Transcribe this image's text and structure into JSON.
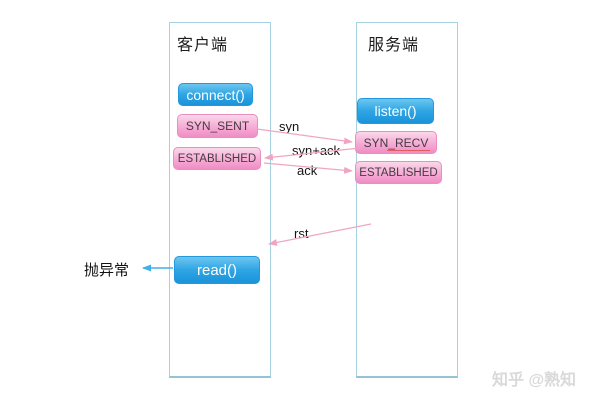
{
  "diagram": {
    "client": {
      "title": "客户端",
      "nodes": [
        {
          "id": "connect",
          "label": "connect()",
          "type": "blue"
        },
        {
          "id": "syn-sent",
          "label": "SYN_SENT",
          "type": "pink"
        },
        {
          "id": "established",
          "label": "ESTABLISHED",
          "type": "pink"
        },
        {
          "id": "read",
          "label": "read()",
          "type": "blue"
        }
      ],
      "exception_label": "抛异常"
    },
    "server": {
      "title": "服务端",
      "nodes": [
        {
          "id": "listen",
          "label": "listen()",
          "type": "blue"
        },
        {
          "id": "syn-recv",
          "label": "SYN_RECV",
          "type": "pink"
        },
        {
          "id": "established",
          "label": "ESTABLISHED",
          "type": "pink"
        }
      ]
    },
    "messages": [
      {
        "label": "syn",
        "direction": "client-to-server"
      },
      {
        "label": "syn+ack",
        "direction": "server-to-client"
      },
      {
        "label": "ack",
        "direction": "client-to-server"
      },
      {
        "label": "rst",
        "direction": "server-to-client"
      }
    ],
    "colors": {
      "node_blue": "#2fa5e4",
      "node_pink": "#f6abd5",
      "box_border": "#a6d1e0",
      "message_line_pink": "#f0a6c3",
      "exception_arrow_blue": "#3fb0ea",
      "misspell_red": "#e25d5d",
      "watermark_gray": "#d9d9d9"
    }
  },
  "watermark": "知乎 @熟知"
}
